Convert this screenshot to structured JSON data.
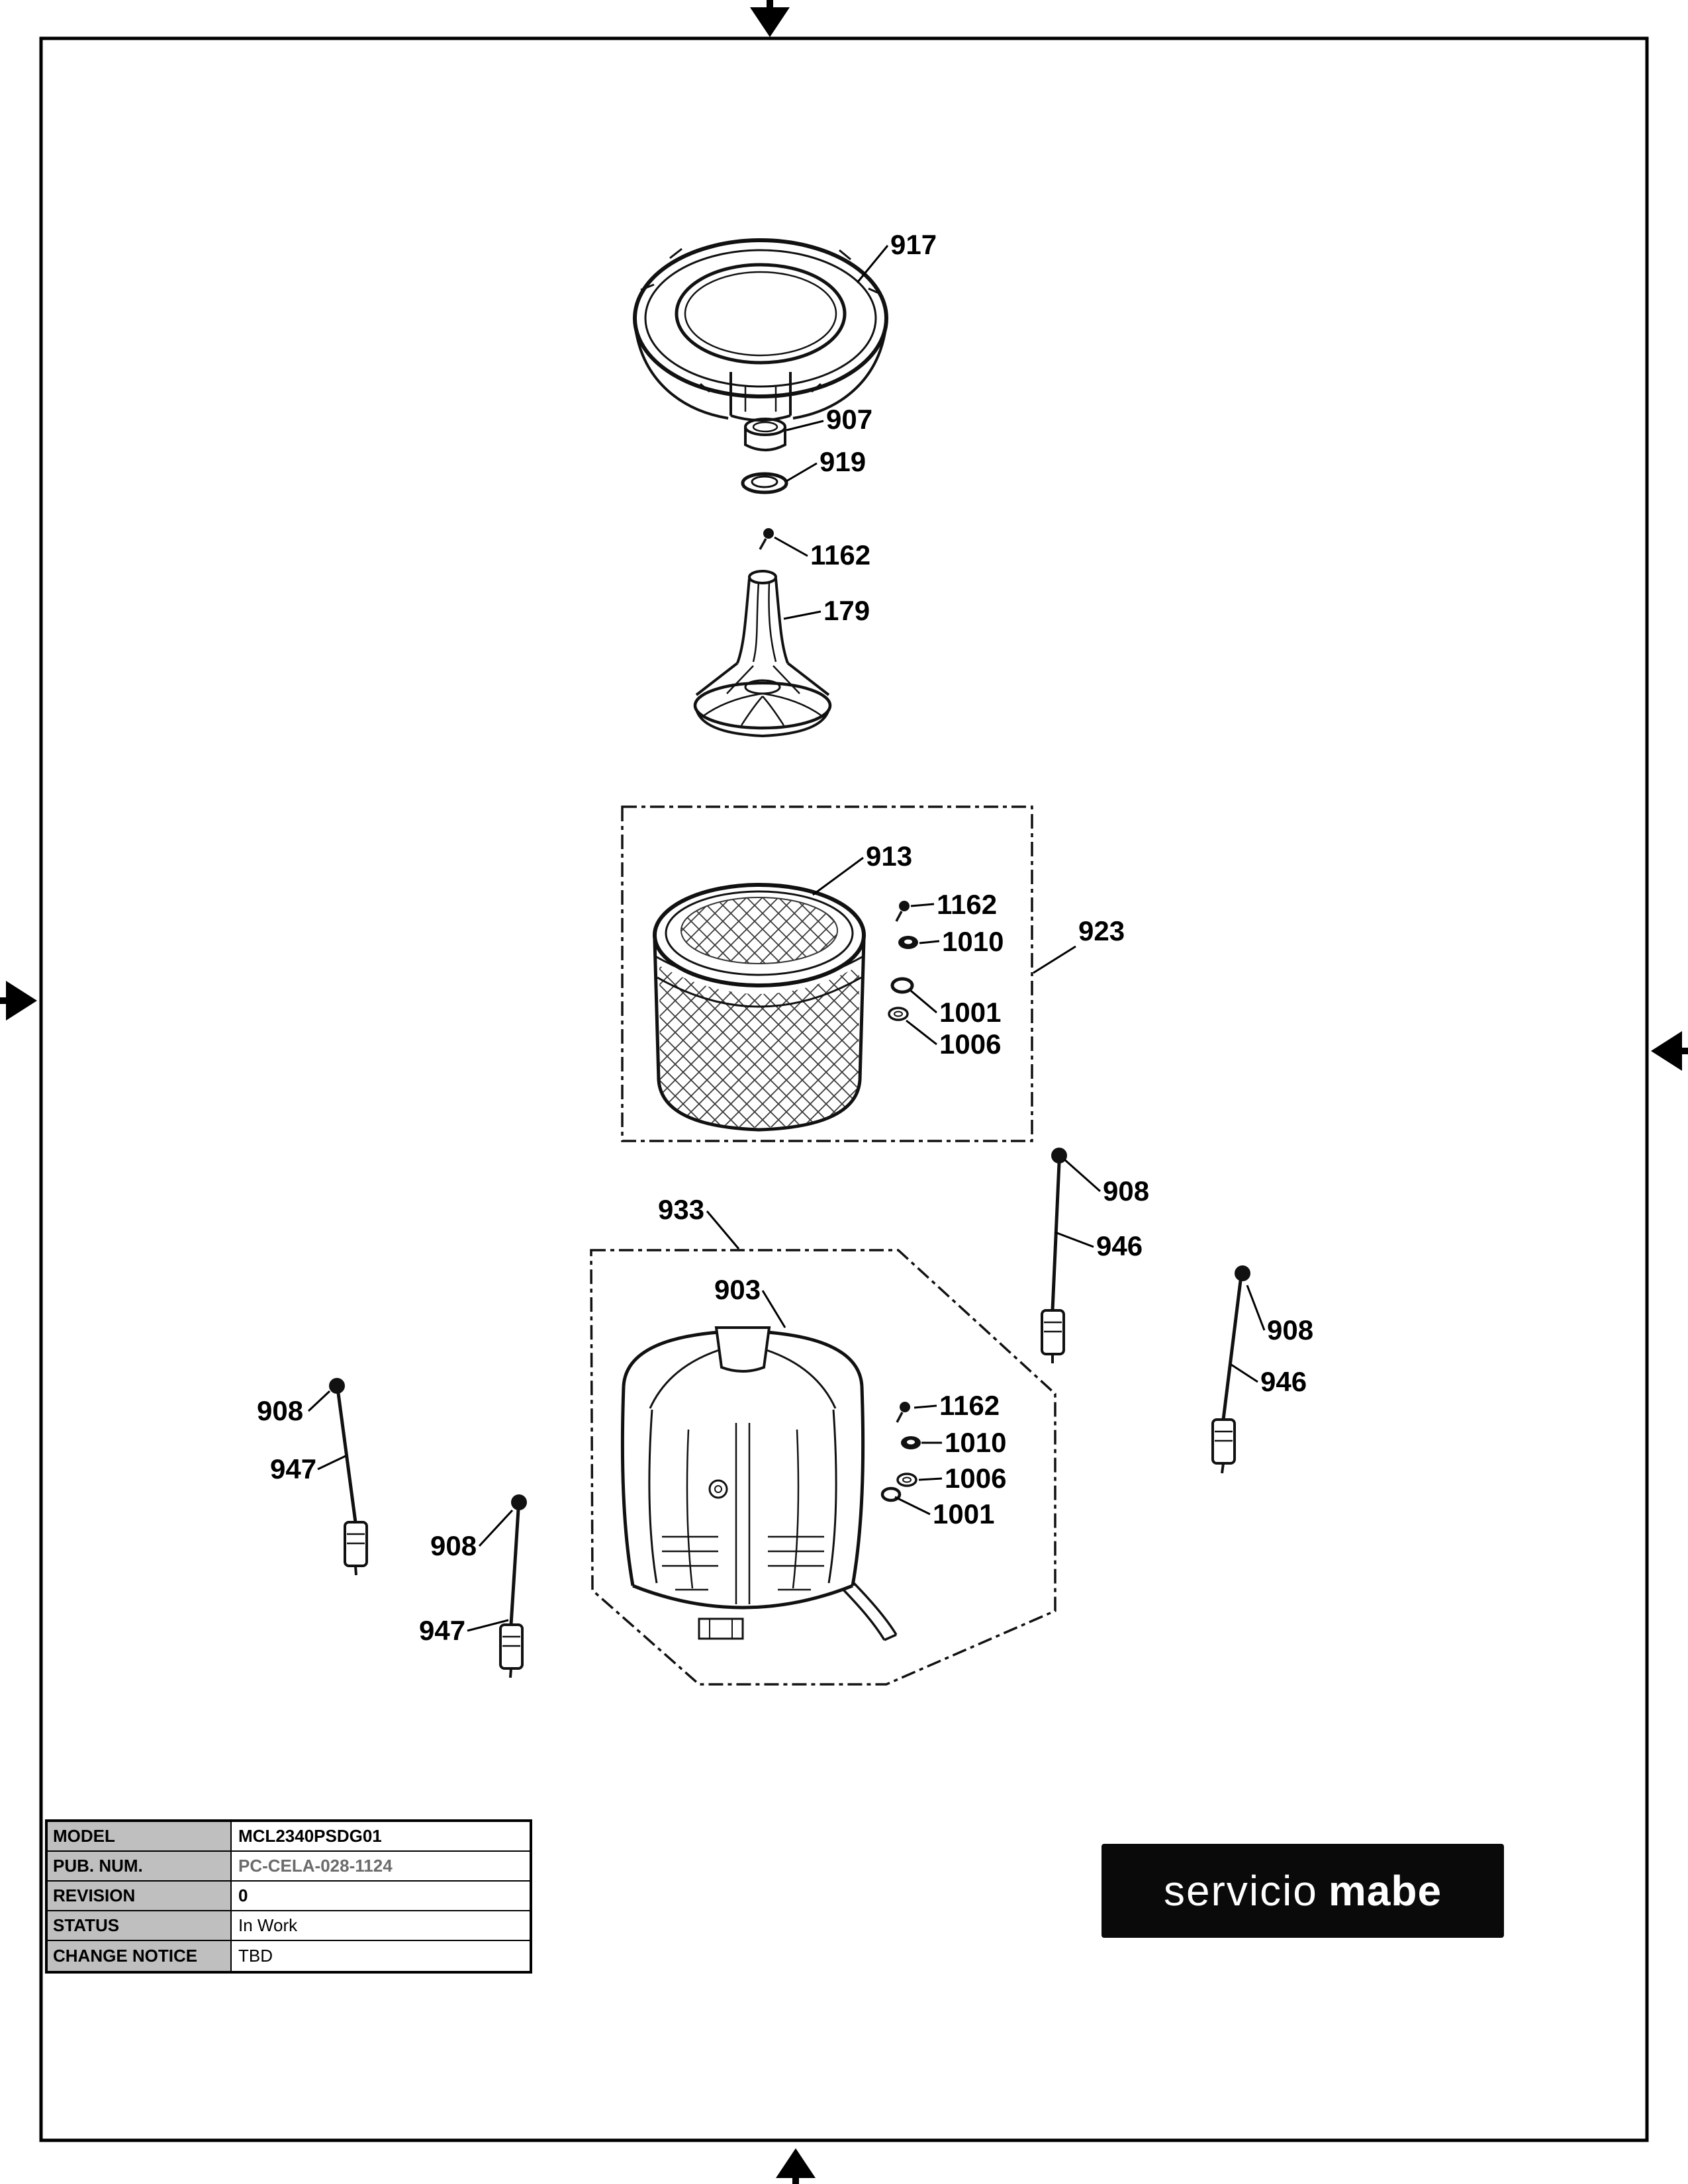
{
  "colors": {
    "line": "#000000",
    "table_header_bg": "#bfbfbf",
    "logo_bg": "#0a0a0a",
    "logo_text": "#ffffff"
  },
  "callouts": [
    {
      "id": "917",
      "text": "917"
    },
    {
      "id": "907",
      "text": "907"
    },
    {
      "id": "919",
      "text": "919"
    },
    {
      "id": "1162-a",
      "text": "1162"
    },
    {
      "id": "179",
      "text": "179"
    },
    {
      "id": "913",
      "text": "913"
    },
    {
      "id": "1162-b",
      "text": "1162"
    },
    {
      "id": "1010-b",
      "text": "1010"
    },
    {
      "id": "923",
      "text": "923"
    },
    {
      "id": "1001-b",
      "text": "1001"
    },
    {
      "id": "1006-b",
      "text": "1006"
    },
    {
      "id": "908-upper-right",
      "text": "908"
    },
    {
      "id": "946-upper-right",
      "text": "946"
    },
    {
      "id": "933",
      "text": "933"
    },
    {
      "id": "903",
      "text": "903"
    },
    {
      "id": "908-far-right",
      "text": "908"
    },
    {
      "id": "946-far-right",
      "text": "946"
    },
    {
      "id": "1162-c",
      "text": "1162"
    },
    {
      "id": "1010-c",
      "text": "1010"
    },
    {
      "id": "1006-c",
      "text": "1006"
    },
    {
      "id": "1001-c",
      "text": "1001"
    },
    {
      "id": "908-left",
      "text": "908"
    },
    {
      "id": "947-left",
      "text": "947"
    },
    {
      "id": "908-mid",
      "text": "908"
    },
    {
      "id": "947-mid",
      "text": "947"
    }
  ],
  "info_table": {
    "rows": [
      {
        "label": "MODEL",
        "value": "MCL2340PSDG01"
      },
      {
        "label": "PUB. NUM.",
        "value": "PC-CELA-028-1124"
      },
      {
        "label": "REVISION",
        "value": "0"
      },
      {
        "label": "STATUS",
        "value": "In Work"
      },
      {
        "label": "CHANGE NOTICE",
        "value": "TBD"
      }
    ]
  },
  "logo": {
    "word1": "servicio",
    "word2": "mabe"
  }
}
